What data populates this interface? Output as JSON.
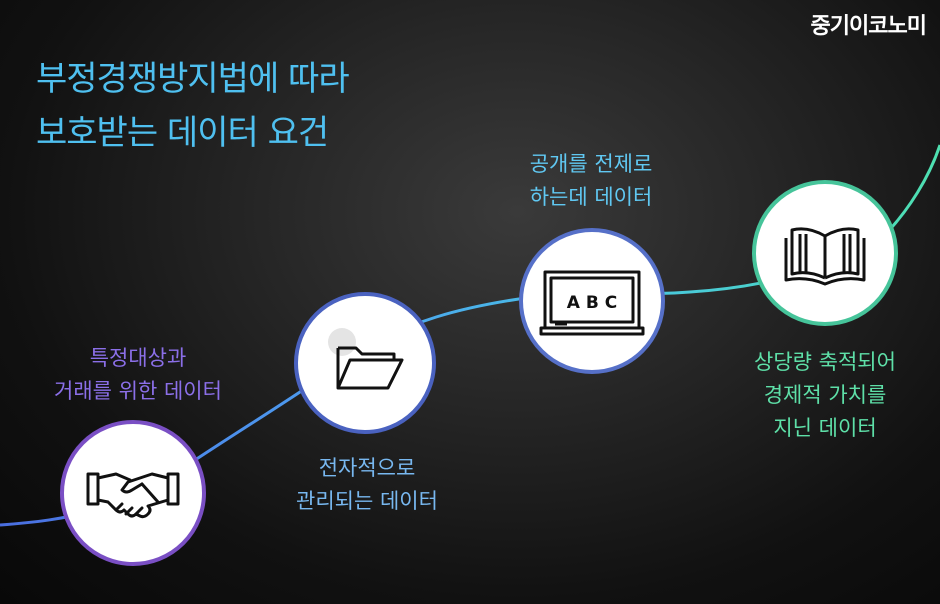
{
  "brand": "중기이코노미",
  "title": {
    "line1": "부정경쟁방지법에 따라",
    "line2": "보호받는 데이터 요건"
  },
  "board_text": "A B C",
  "steps": [
    {
      "line1": "특정대상과",
      "line2": "거래를 위한 데이터",
      "color": "#8b6fe8",
      "icon": "handshake-icon"
    },
    {
      "line1": "전자적으로",
      "line2": "관리되는 데이터",
      "color": "#78b8f0",
      "icon": "folder-icon"
    },
    {
      "line1": "공개를 전제로",
      "line2": "하는데 데이터",
      "color": "#60c8f2",
      "icon": "chalkboard-icon"
    },
    {
      "line1": "상당량 축적되어",
      "line2": "경제적 가치를",
      "line3": "지닌 데이터",
      "color": "#5ee0a8",
      "icon": "book-icon"
    }
  ]
}
